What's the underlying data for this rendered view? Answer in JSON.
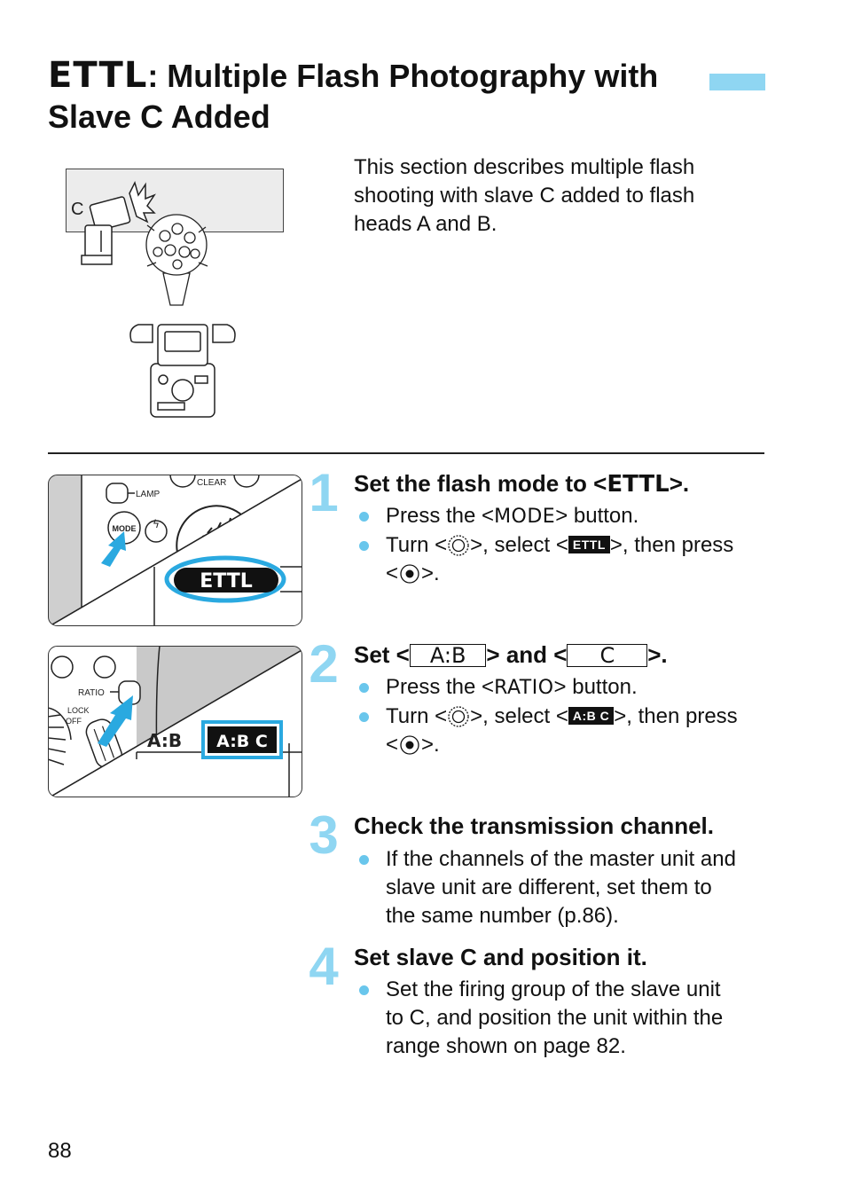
{
  "header": {
    "mode_label": "ETTL",
    "title_line1": ": Multiple Flash Photography with",
    "title_line2": "Slave C Added"
  },
  "intro": {
    "text": "This section describes multiple flash shooting with slave C added to flash heads A and B."
  },
  "illustration": {
    "slave_label": "C"
  },
  "steps": [
    {
      "number": "1",
      "title_prefix": "Set the flash mode to <",
      "title_mode": "ETTL",
      "title_suffix": ">.",
      "figure": {
        "lamp_label": "LAMP",
        "clear_label": "CLEAR",
        "mode_button_label": "MODE",
        "lcd_label": "ETTL"
      },
      "bullets": [
        {
          "pre": "Press the <",
          "button": "MODE",
          "post": "> button."
        },
        {
          "pre": "Turn <",
          "mid": ">, select <",
          "icon": "ETTL",
          "post": ">, then press <",
          "end": ">."
        }
      ]
    },
    {
      "number": "2",
      "title_prefix": "Set <",
      "title_box1": "A:B",
      "title_mid": "> and <",
      "title_box2": "C",
      "title_suffix": ">.",
      "figure": {
        "ratio_label": "RATIO",
        "lock_label": "LOCK",
        "off_label": "OFF",
        "lcd_option1": "A:B",
        "lcd_option2": "A:B C"
      },
      "bullets": [
        {
          "pre": "Press the <",
          "button": "RATIO",
          "post": "> button."
        },
        {
          "pre": "Turn <",
          "mid": ">, select <",
          "icon": "A:B C",
          "post": ">, then press <",
          "end": ">."
        }
      ]
    },
    {
      "number": "3",
      "title": "Check the transmission channel.",
      "bullets": [
        {
          "text": "If the channels of the master unit and slave unit are different, set them to the same number (p.86)."
        }
      ]
    },
    {
      "number": "4",
      "title": "Set slave C and position it.",
      "bullets": [
        {
          "text": "Set the firing group of the slave unit to C, and position the unit within the range shown on page 82."
        }
      ]
    }
  ],
  "footer": {
    "page_number": "88"
  },
  "colors": {
    "accent": "#8fd6f2",
    "bullet": "#69c6ec",
    "highlight_ring": "#2aa9e0"
  },
  "icons": {
    "dial": "quick-control-dial-icon",
    "set": "set-button-icon"
  }
}
